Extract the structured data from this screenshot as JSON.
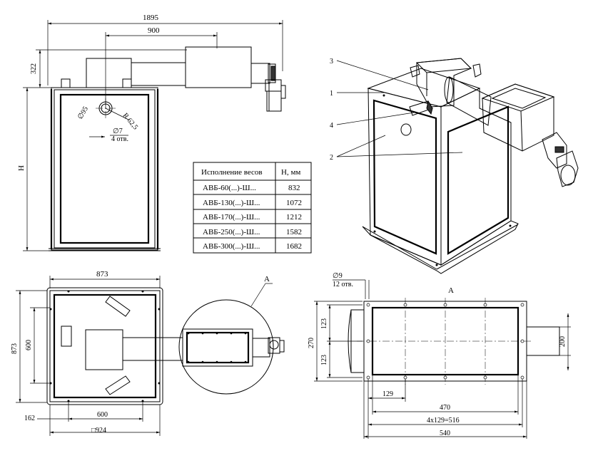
{
  "front_view": {
    "dim_total_width": "1895",
    "dim_offset": "900",
    "dim_height_top": "322",
    "dim_height": "H",
    "hole_diameter": "∅95",
    "hole_radius": "R 62,5",
    "small_holes": "∅7",
    "small_holes_count": "4 отв."
  },
  "table": {
    "header_col1": "Исполнение весов",
    "header_col2": "H, мм",
    "rows": [
      {
        "model": "АВБ-60(...)-Ш...",
        "h": "832"
      },
      {
        "model": "АВБ-130(...)-Ш...",
        "h": "1072"
      },
      {
        "model": "АВБ-170(...)-Ш...",
        "h": "1212"
      },
      {
        "model": "АВБ-250(...)-Ш...",
        "h": "1582"
      },
      {
        "model": "АВБ-300(...)-Ш...",
        "h": "1682"
      }
    ]
  },
  "iso_view": {
    "callouts": [
      "3",
      "1",
      "4",
      "2"
    ]
  },
  "plan_view": {
    "dim_top": "873",
    "dim_left_outer": "873",
    "dim_left_inner": "600",
    "dim_bottom_offset": "162",
    "dim_bottom_inner": "600",
    "dim_bottom_outer": "□924",
    "detail_label": "А"
  },
  "detail_view": {
    "title": "А",
    "holes": "∅9",
    "holes_count": "12 отв.",
    "dim_left_outer": "270",
    "dim_left_upper": "123",
    "dim_left_lower": "123",
    "dim_right": "200",
    "dim_pitch": "129",
    "dim_inner": "470",
    "dim_pitches": "4х129=516",
    "dim_outer": "540"
  }
}
